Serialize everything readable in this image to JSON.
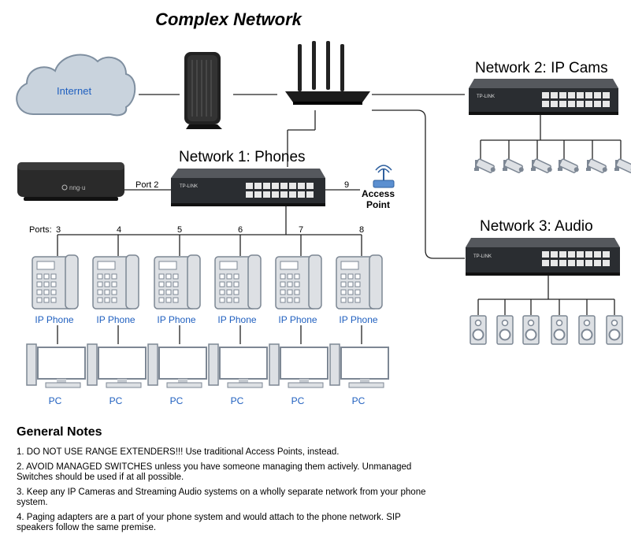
{
  "title": "Complex Network",
  "internet_label": "Internet",
  "networks": {
    "phones": "Network 1: Phones",
    "cams": "Network 2: IP Cams",
    "audio": "Network 3: Audio"
  },
  "port_labels": {
    "ports_prefix": "Ports:",
    "port2": "Port 2",
    "port9": "9",
    "phone_ports": [
      "3",
      "4",
      "5",
      "6",
      "7",
      "8"
    ]
  },
  "access_point_label": [
    "Access",
    "Point"
  ],
  "phone_label": "IP Phone",
  "pc_label": "PC",
  "device_text": {
    "switch_brand": "TP-LINK",
    "nvr_brand": "nng·u"
  },
  "notes": {
    "title": "General Notes",
    "items": [
      "1. DO NOT USE RANGE EXTENDERS!!! Use traditional Access Points, instead.",
      "2. AVOID MANAGED SWITCHES unless you have someone managing them actively. Unmanaged Switches should be used if at all possible.",
      "3. Keep any IP Cameras and Streaming Audio systems on a wholly separate network from your phone system.",
      "4. Paging adapters are a part of your phone system and would attach to the phone network. SIP speakers follow the same premise."
    ]
  },
  "colors": {
    "cloud_fill": "#c9d3dd",
    "cloud_stroke": "#7f8fa0",
    "device_gray": "#dde0e4",
    "device_stroke": "#7d8794",
    "label_blue": "#1f5fbf",
    "switch_dark": "#2a2d31"
  }
}
